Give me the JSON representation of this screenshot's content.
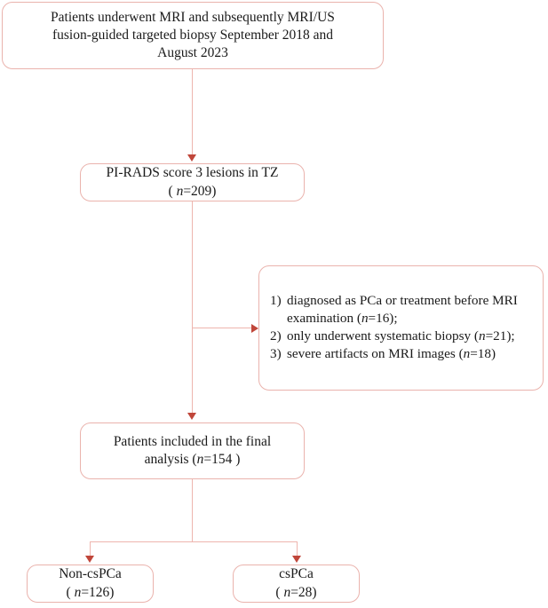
{
  "diagram": {
    "type": "flowchart",
    "title": "Patient selection flowchart",
    "colors": {
      "box_border": "#eab3ad",
      "connector_line": "#eeb5ae",
      "arrow_head": "#c0463a",
      "text": "#1a1a1a",
      "background": "#ffffff"
    },
    "nodes": {
      "enrollment": {
        "line1": "Patients underwent MRI and subsequently  MRI/US",
        "line2": "fusion-guided targeted biopsy September 2018 and",
        "line3": "August 2023"
      },
      "pirads": {
        "line1": "PI-RADS score 3 lesions in TZ",
        "n_prefix": "( ",
        "n_italic": "n",
        "n_value": "=209)"
      },
      "exclusions": {
        "items": [
          {
            "marker": "1)",
            "text_before": "diagnosed as PCa or treatment before MRI examination (",
            "n_italic": "n",
            "text_after": "=16);"
          },
          {
            "marker": "2)",
            "text_before": "only underwent systematic biopsy (",
            "n_italic": "n",
            "text_after": "=21);"
          },
          {
            "marker": "3)",
            "text_before": "severe artifacts on MRI images (",
            "n_italic": "n",
            "text_after": "=18)"
          }
        ]
      },
      "final": {
        "line1": "Patients included in the final",
        "line2_before": "analysis (",
        "n_italic": "n",
        "line2_after": "=154 )"
      },
      "non_cspca": {
        "line1": "Non-csPCa",
        "n_prefix": "( ",
        "n_italic": "n",
        "n_value": "=126)"
      },
      "cspca": {
        "line1": "csPCa",
        "n_prefix": "( ",
        "n_italic": "n",
        "n_value": "=28)"
      }
    }
  }
}
